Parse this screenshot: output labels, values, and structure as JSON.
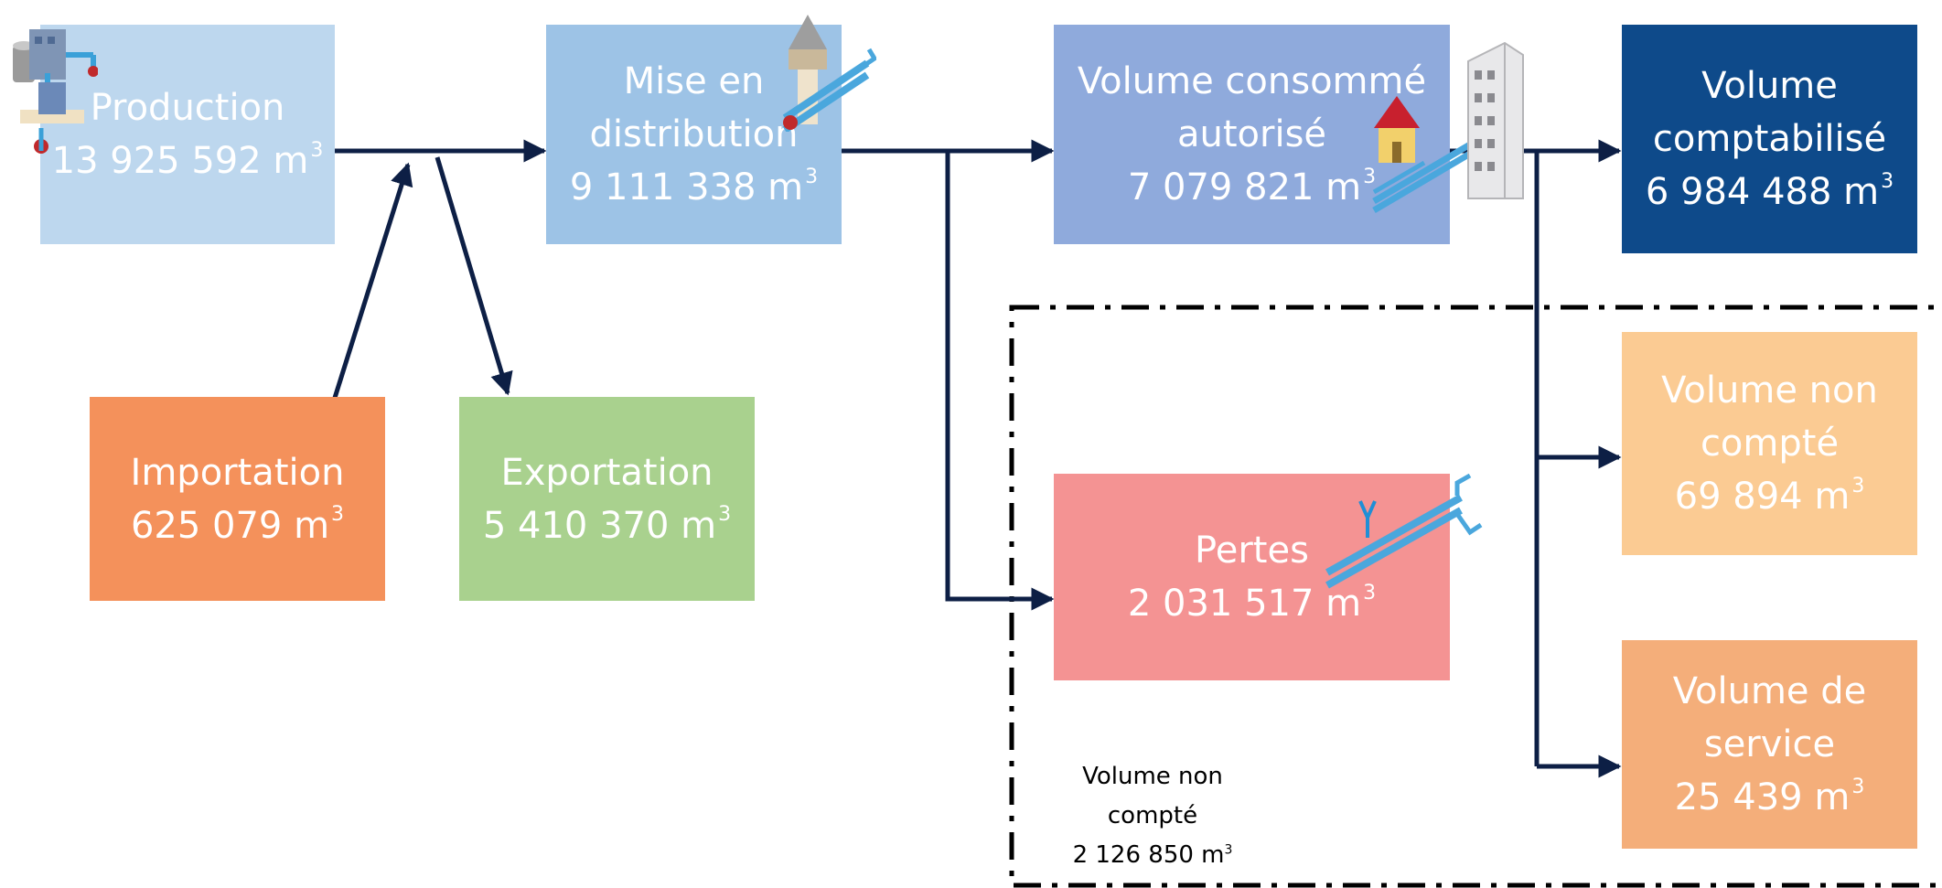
{
  "colors": {
    "arrow": "#0d1f45",
    "production": "#bdd7ee",
    "distribution": "#9dc3e6",
    "consomme": "#8faadc",
    "comptabilise": "#0e4a8a",
    "importation": "#f4915b",
    "exportation": "#a9d18e",
    "pertes": "#f49393",
    "non_compte": "#fbcb93",
    "service": "#f4ae7a"
  },
  "production": {
    "label": "Production",
    "value": "13 925 592 m",
    "unit_exp": "3"
  },
  "distribution": {
    "label_line1": "Mise en",
    "label_line2": "distribution",
    "value": "9 111 338 m",
    "unit_exp": "3"
  },
  "consomme": {
    "label_line1": "Volume consommé",
    "label_line2": "autorisé",
    "value": "7 079 821 m",
    "unit_exp": "3"
  },
  "comptabilise": {
    "label_line1": "Volume",
    "label_line2": "comptabilisé",
    "value": "6 984 488 m",
    "unit_exp": "3"
  },
  "importation": {
    "label": "Importation",
    "value": "625 079 m",
    "unit_exp": "3"
  },
  "exportation": {
    "label": "Exportation",
    "value": "5 410 370 m",
    "unit_exp": "3"
  },
  "pertes": {
    "label": "Pertes",
    "value": "2 031 517 m",
    "unit_exp": "3"
  },
  "non_compte": {
    "label_line1": "Volume non",
    "label_line2": "compté",
    "value": "69 894 m",
    "unit_exp": "3"
  },
  "service": {
    "label_line1": "Volume de",
    "label_line2": "service",
    "value": "25 439 m",
    "unit_exp": "3"
  },
  "total_non_compte": {
    "label_line1": "Volume non",
    "label_line2": "compté",
    "value": "2 126 850 m",
    "unit_exp": "3"
  },
  "icons": [
    "treatment-plant-icon",
    "water-tower-icon",
    "house-icon",
    "building-icon",
    "leaking-pipe-icon"
  ]
}
